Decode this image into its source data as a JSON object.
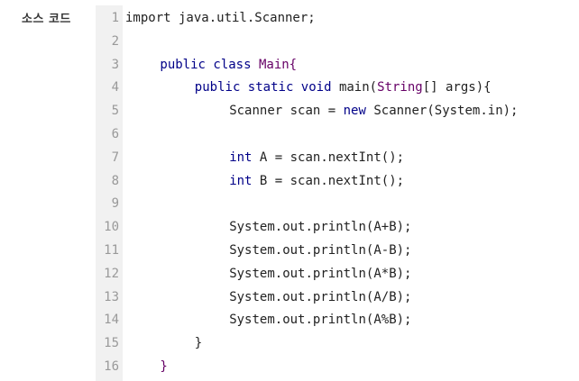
{
  "label": "소스 코드",
  "code_lines": [
    {
      "num": "1",
      "indent": 0,
      "tokens": [
        {
          "t": "import java.util.Scanner;",
          "c": "pl"
        }
      ]
    },
    {
      "num": "2",
      "indent": 0,
      "tokens": []
    },
    {
      "num": "3",
      "indent": 1,
      "tokens": [
        {
          "t": "public class ",
          "c": "kw"
        },
        {
          "t": "Main{",
          "c": "ty"
        }
      ]
    },
    {
      "num": "4",
      "indent": 2,
      "tokens": [
        {
          "t": "public static void ",
          "c": "kw"
        },
        {
          "t": "main(",
          "c": "pl"
        },
        {
          "t": "String",
          "c": "ty"
        },
        {
          "t": "[] args){",
          "c": "pl"
        }
      ]
    },
    {
      "num": "5",
      "indent": 3,
      "tokens": [
        {
          "t": "Scanner scan = ",
          "c": "pl"
        },
        {
          "t": "new ",
          "c": "kw"
        },
        {
          "t": "Scanner(System.in);",
          "c": "pl"
        }
      ]
    },
    {
      "num": "6",
      "indent": 0,
      "tokens": []
    },
    {
      "num": "7",
      "indent": 3,
      "tokens": [
        {
          "t": "int ",
          "c": "kw"
        },
        {
          "t": "A = scan.nextInt();",
          "c": "pl"
        }
      ]
    },
    {
      "num": "8",
      "indent": 3,
      "tokens": [
        {
          "t": "int ",
          "c": "kw"
        },
        {
          "t": "B = scan.nextInt();",
          "c": "pl"
        }
      ]
    },
    {
      "num": "9",
      "indent": 0,
      "tokens": []
    },
    {
      "num": "10",
      "indent": 3,
      "tokens": [
        {
          "t": "System.out.println(A+B);",
          "c": "pl"
        }
      ]
    },
    {
      "num": "11",
      "indent": 3,
      "tokens": [
        {
          "t": "System.out.println(A-B);",
          "c": "pl"
        }
      ]
    },
    {
      "num": "12",
      "indent": 3,
      "tokens": [
        {
          "t": "System.out.println(A*B);",
          "c": "pl"
        }
      ]
    },
    {
      "num": "13",
      "indent": 3,
      "tokens": [
        {
          "t": "System.out.println(A/B);",
          "c": "pl"
        }
      ]
    },
    {
      "num": "14",
      "indent": 3,
      "tokens": [
        {
          "t": "System.out.println(A%B);",
          "c": "pl"
        }
      ]
    },
    {
      "num": "15",
      "indent": 2,
      "tokens": [
        {
          "t": "}",
          "c": "pl"
        }
      ]
    },
    {
      "num": "16",
      "indent": 1,
      "tokens": [
        {
          "t": "}",
          "c": "ty"
        }
      ]
    }
  ]
}
